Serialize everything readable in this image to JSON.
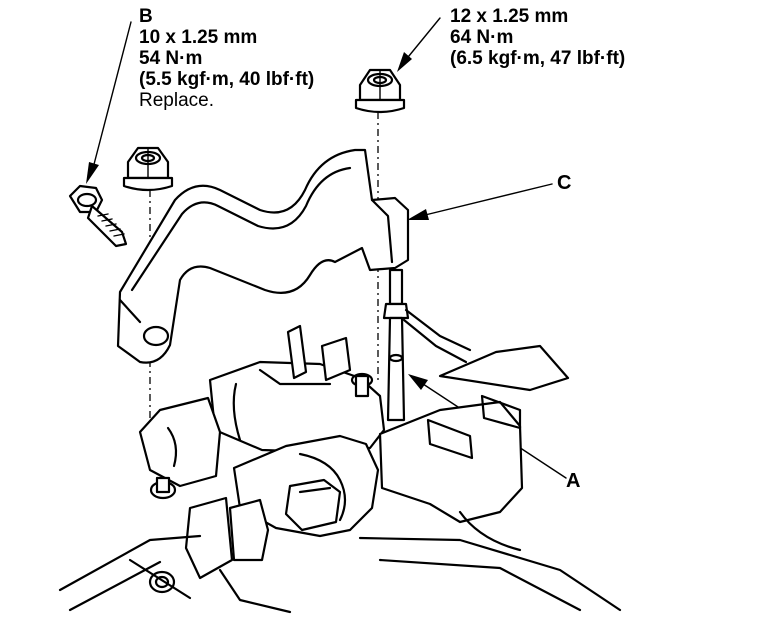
{
  "callout_b": {
    "letter": "B",
    "size": "10 x 1.25 mm",
    "torque_nm": "54 N·m",
    "torque_alt": "(5.5 kgf·m, 40 lbf·ft)",
    "note": "Replace."
  },
  "callout_nut": {
    "size": "12 x 1.25 mm",
    "torque_nm": "64 N·m",
    "torque_alt": "(6.5 kgf·m, 47 lbf·ft)"
  },
  "label_c": "C",
  "label_a": "A"
}
